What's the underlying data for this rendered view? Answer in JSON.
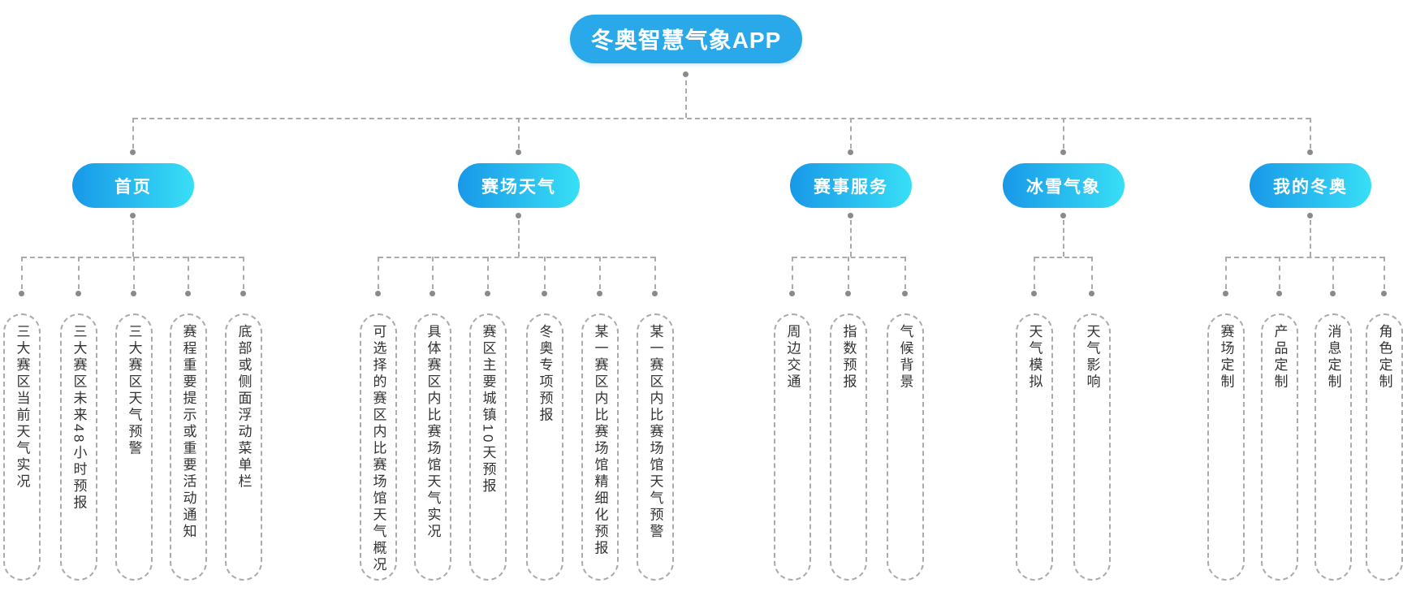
{
  "diagram": {
    "root": {
      "label": "冬奥智慧气象APP"
    },
    "branches": [
      {
        "label": "首页",
        "leaves": [
          "三大赛区当前天气实况",
          "三大赛区未来48小时预报",
          "三大赛区天气预警",
          "赛程重要提示或重要活动通知",
          "底部或侧面浮动菜单栏"
        ]
      },
      {
        "label": "赛场天气",
        "leaves": [
          "可选择的赛区内比赛场馆天气概况",
          "具体赛区内比赛场馆天气实况",
          "赛区主要城镇10天预报",
          "冬奥专项预报",
          "某一赛区内比赛场馆精细化预报",
          "某一赛区内比赛场馆天气预警"
        ]
      },
      {
        "label": "赛事服务",
        "leaves": [
          "周边交通",
          "指数预报",
          "气候背景"
        ]
      },
      {
        "label": "冰雪气象",
        "leaves": [
          "天气模拟",
          "天气影响"
        ]
      },
      {
        "label": "我的冬奥",
        "leaves": [
          "赛场定制",
          "产品定制",
          "消息定制",
          "角色定制"
        ]
      }
    ],
    "colors": {
      "root_fill": "#29a9ea",
      "branch_gradient_start": "#1898e8",
      "branch_gradient_end": "#38dff6",
      "connector": "#ababab",
      "dot": "#8a8a8a",
      "leaf_text": "#333333"
    }
  }
}
